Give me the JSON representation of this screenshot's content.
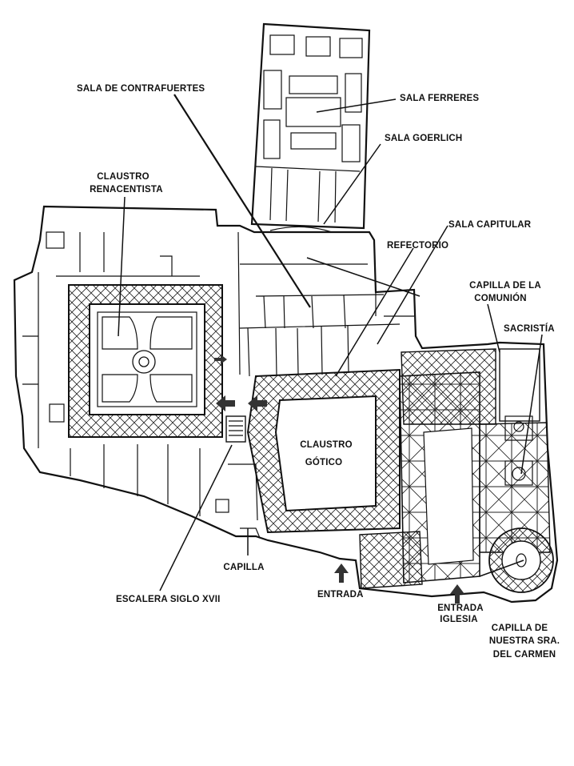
{
  "labels": {
    "sala_contrafuertes": "SALA DE CONTRAFUERTES",
    "sala_ferreres": "SALA FERRERES",
    "sala_goerlich": "SALA GOERLICH",
    "claustro_renacentista_1": "CLAUSTRO",
    "claustro_renacentista_2": "RENACENTISTA",
    "sala_capitular": "SALA CAPITULAR",
    "refectorio": "REFECTORIO",
    "capilla_comunion_1": "CAPILLA DE LA",
    "capilla_comunion_2": "COMUNIÓN",
    "sacristia": "SACRISTÍA",
    "claustro_gotico_1": "CLAUSTRO",
    "claustro_gotico_2": "GÓTICO",
    "capilla": "CAPILLA",
    "escalera": "ESCALERA SIGLO XVII",
    "entrada": "ENTRADA",
    "entrada_iglesia_1": "ENTRADA",
    "entrada_iglesia_2": "IGLESIA",
    "capilla_carmen_1": "CAPILLA DE",
    "capilla_carmen_2": "NUESTRA SRA.",
    "capilla_carmen_3": "DEL CARMEN"
  }
}
